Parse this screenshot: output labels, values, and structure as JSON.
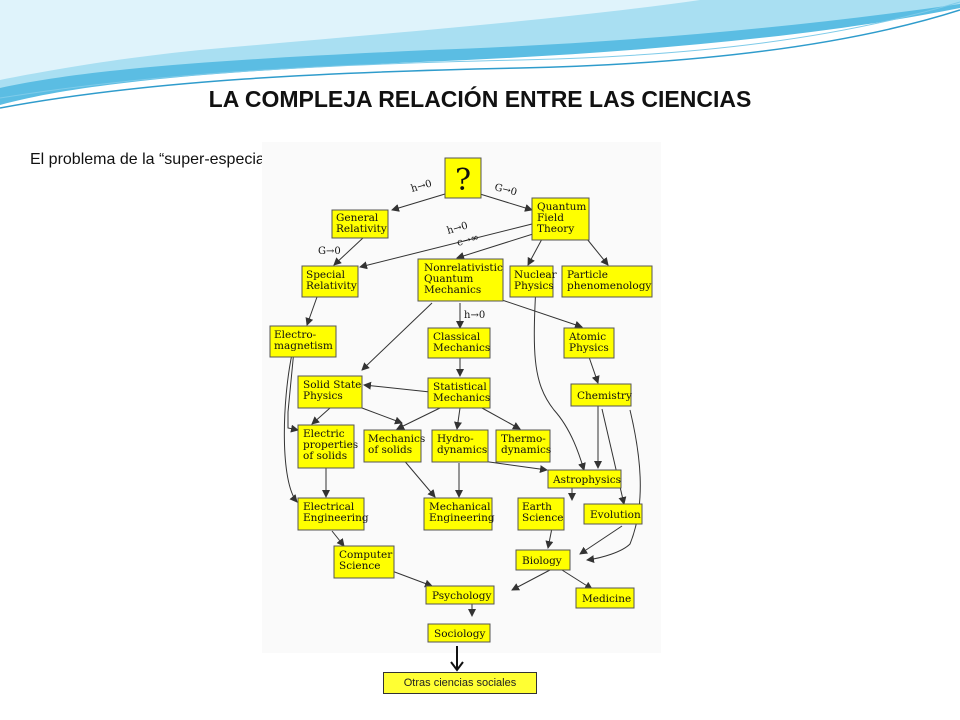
{
  "title": "LA COMPLEJA RELACIÓN ENTRE LAS CIENCIAS",
  "subtitle": "El problema de la “super-especialización”",
  "diagram": {
    "root": "?",
    "labels": {
      "h_zero": "h→0",
      "g_zero": "G→0",
      "c_inf": "c→∞"
    },
    "nodes": {
      "general_relativity": [
        "General",
        "Relativity"
      ],
      "qft": [
        "Quantum",
        "Field",
        "Theory"
      ],
      "special_relativity": [
        "Special",
        "Relativity"
      ],
      "nonrel_qm": [
        "Nonrelativistic",
        "Quantum",
        "Mechanics"
      ],
      "nuclear": [
        "Nuclear",
        "Physics"
      ],
      "particle": [
        "Particle",
        "phenomenology"
      ],
      "electromagnetism": [
        "Electro-",
        "magnetism"
      ],
      "classical": [
        "Classical",
        "Mechanics"
      ],
      "atomic": [
        "Atomic",
        "Physics"
      ],
      "solid_state": [
        "Solid State",
        "Physics"
      ],
      "statistical": [
        "Statistical",
        "Mechanics"
      ],
      "chemistry": [
        "Chemistry"
      ],
      "electric_props": [
        "Electric",
        "properties",
        "of solids"
      ],
      "mech_solids": [
        "Mechanics",
        "of solids"
      ],
      "hydro": [
        "Hydro-",
        "dynamics"
      ],
      "thermo": [
        "Thermo-",
        "dynamics"
      ],
      "astrophysics": [
        "Astrophysics"
      ],
      "electrical_eng": [
        "Electrical",
        "Engineering"
      ],
      "mechanical_eng": [
        "Mechanical",
        "Engineering"
      ],
      "earth_science": [
        "Earth",
        "Science"
      ],
      "evolution": [
        "Evolution"
      ],
      "computer_science": [
        "Computer",
        "Science"
      ],
      "biology": [
        "Biology"
      ],
      "psychology": [
        "Psychology"
      ],
      "medicine": [
        "Medicine"
      ],
      "sociology": [
        "Sociology"
      ]
    }
  },
  "footer_box": "Otras ciencias sociales",
  "colors": {
    "node_fill": "#ffff00",
    "header_blue": "#4fb3d9"
  }
}
